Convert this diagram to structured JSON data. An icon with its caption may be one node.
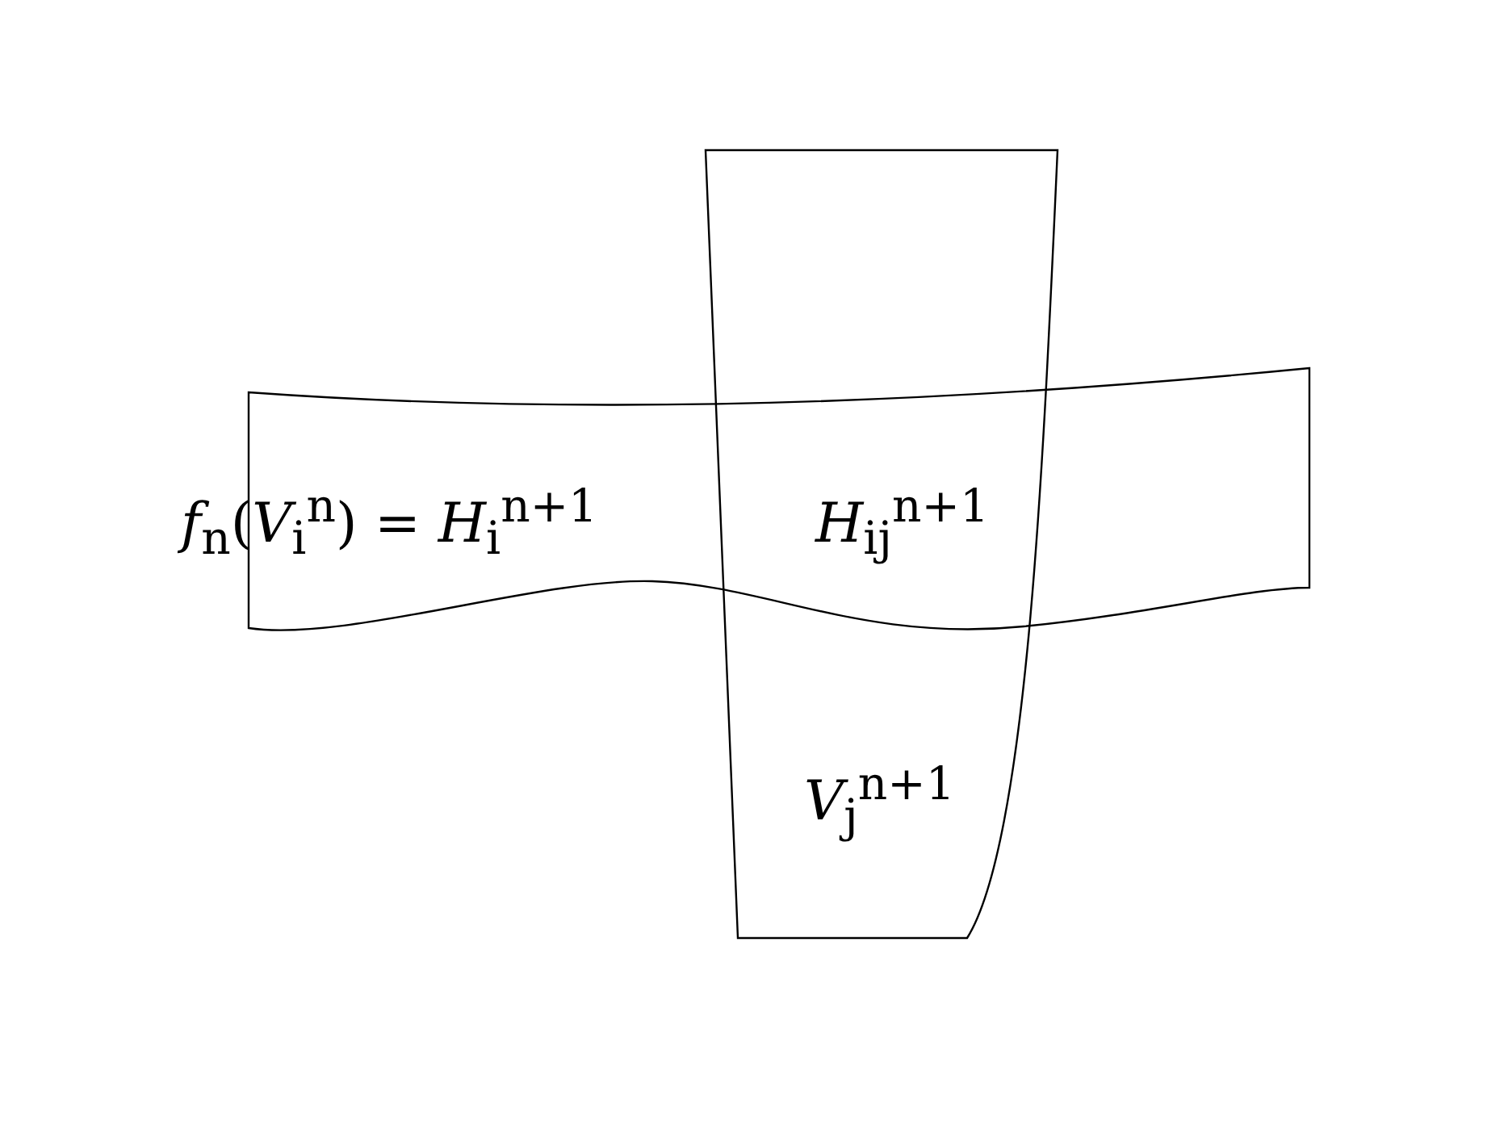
{
  "diagram": {
    "nodes": [
      {
        "text": [
          "*f*$_{n}$(*V*$_{i}$$^{n}$) = *H*$_{i}$$^{n+1}$"
        ]
      },
      {
        "text": [
          "*V*$_{j}$$^{n+1}$"
        ]
      }
    ],
    "labels": [
      "*H*$_{ij}$$^{n+1}$"
    ]
  }
}
